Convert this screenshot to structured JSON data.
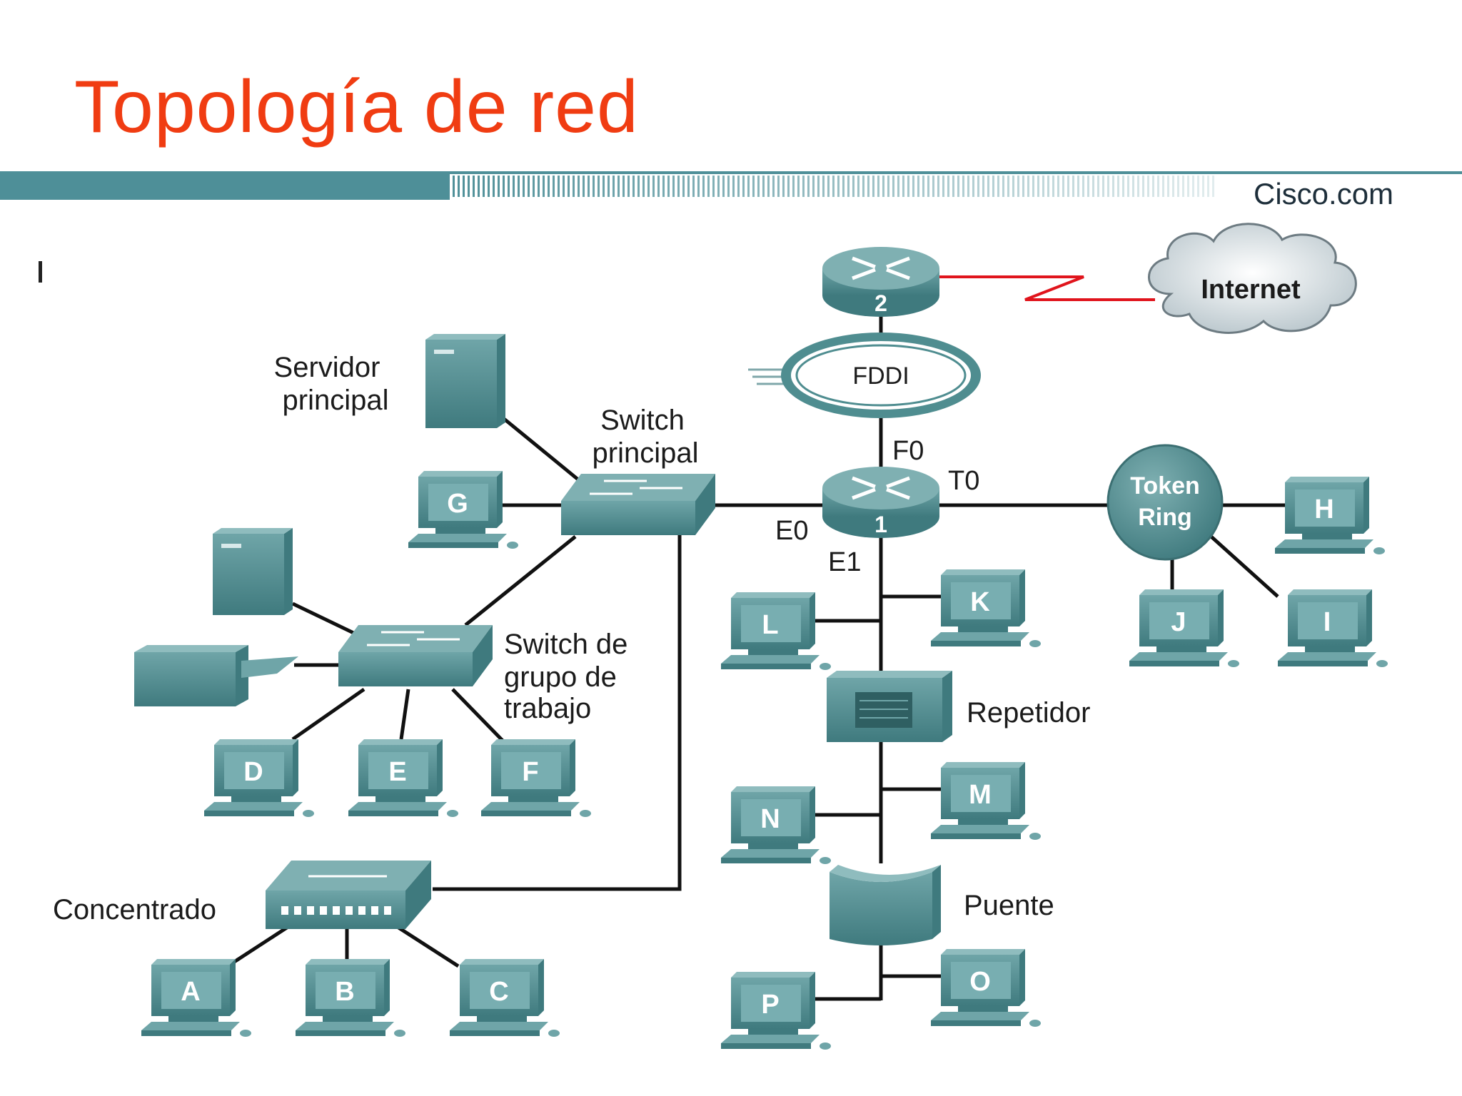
{
  "slide": {
    "title": "Topología de red",
    "brand": "Cisco.com"
  },
  "colors": {
    "title": "#f03c12",
    "bar": "#4e8f98",
    "device": "#4f8d90",
    "link": "#111111",
    "wan_link": "#e0141c"
  },
  "labels": {
    "internet": "Internet",
    "fddi": "FDDI",
    "token_ring_1": "Token",
    "token_ring_2": "Ring",
    "servidor_1": "Servidor",
    "servidor_2": "principal",
    "switch_principal_1": "Switch",
    "switch_principal_2": "principal",
    "switch_grupo_1": "Switch de",
    "switch_grupo_2": "grupo de",
    "switch_grupo_3": "trabajo",
    "concentrador": "Concentrado",
    "repetidor": "Repetidor",
    "puente": "Puente",
    "port_f0": "F0",
    "port_t0": "T0",
    "port_e0": "E0",
    "port_e1": "E1",
    "router_1": "1",
    "router_2": "2"
  },
  "pcs": {
    "A": "A",
    "B": "B",
    "C": "C",
    "D": "D",
    "E": "E",
    "F": "F",
    "G": "G",
    "H": "H",
    "I": "I",
    "J": "J",
    "K": "K",
    "L": "L",
    "M": "M",
    "N": "N",
    "O": "O",
    "P": "P"
  }
}
